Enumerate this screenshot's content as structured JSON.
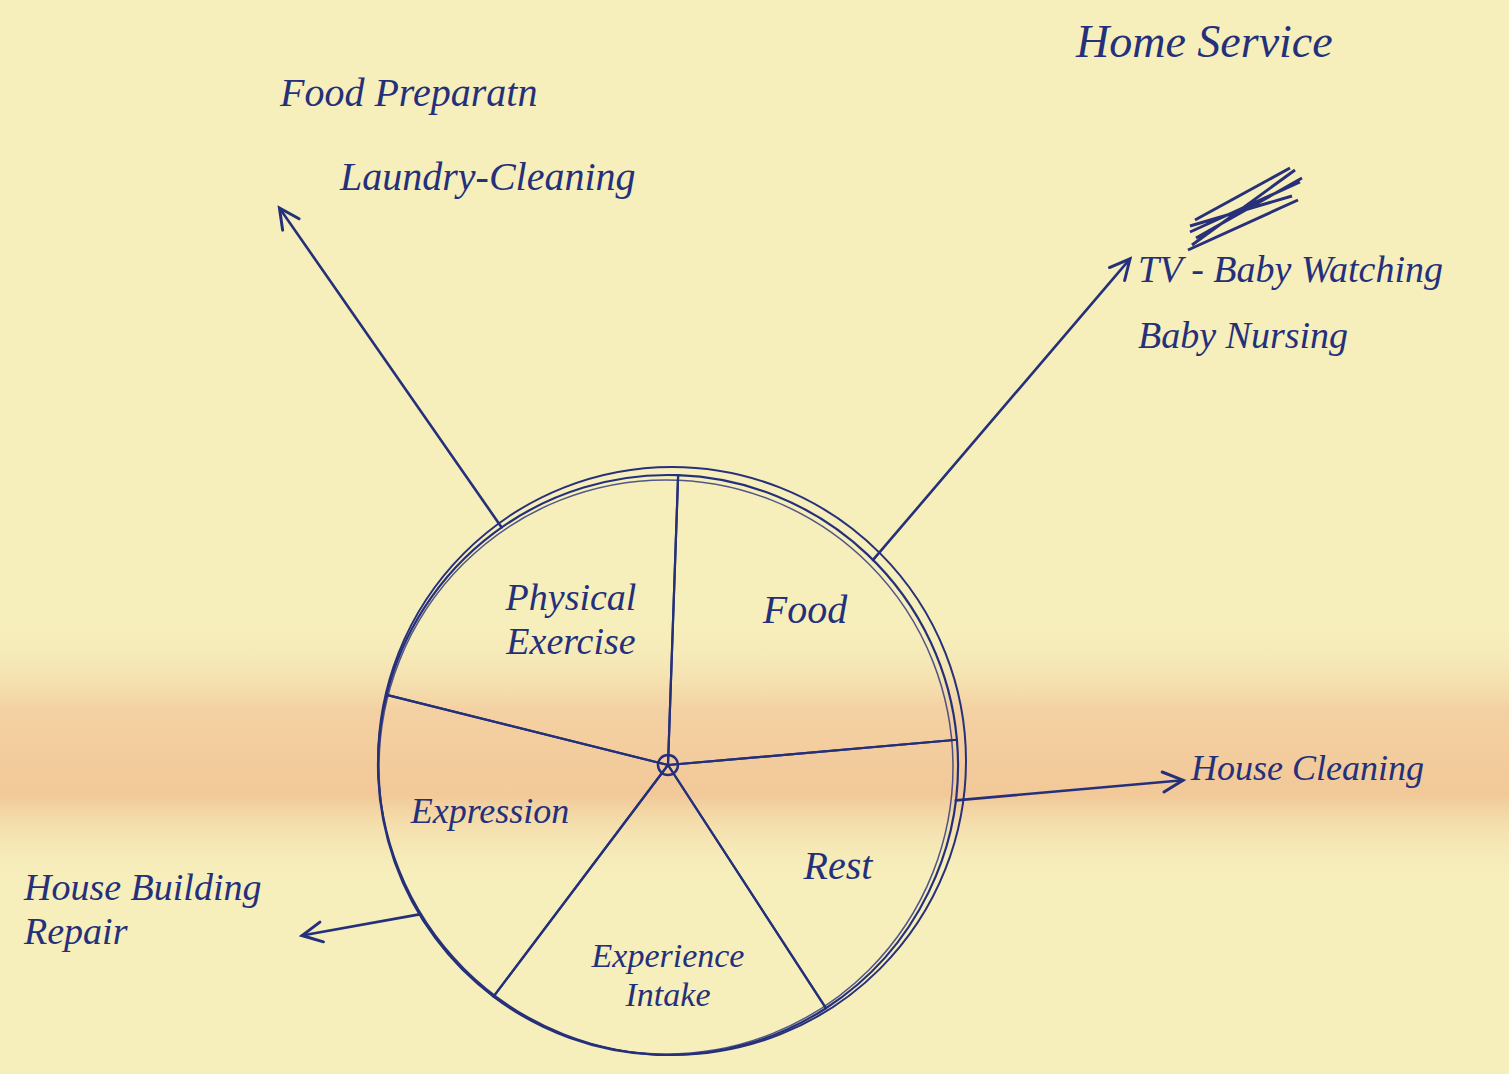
{
  "diagram": {
    "nodes": [
      {
        "text": [
          "Physical Exercise"
        ]
      },
      {
        "text": [
          "Food"
        ]
      },
      {
        "text": [
          "Expression"
        ]
      },
      {
        "text": [
          "Experience Intake"
        ]
      },
      {
        "text": [
          "Rest"
        ]
      },
      {
        "text": [
          "Food Preparatn",
          "Laundry-Cleaning"
        ]
      },
      {
        "text": [
          "TV - Baby Watching",
          "Baby Nursing"
        ]
      },
      {
        "text": [
          "House Cleaning"
        ]
      },
      {
        "text": [
          "House Building Repair"
        ]
      }
    ],
    "edges": [
      {
        "from": 0,
        "to": 5,
        "arrow": "to"
      },
      {
        "from": 1,
        "to": 6,
        "arrow": "to"
      },
      {
        "from": 4,
        "to": 7,
        "arrow": "to"
      },
      {
        "from": 2,
        "to": 8,
        "arrow": "to"
      }
    ],
    "labels": [
      "Home Service"
    ]
  }
}
